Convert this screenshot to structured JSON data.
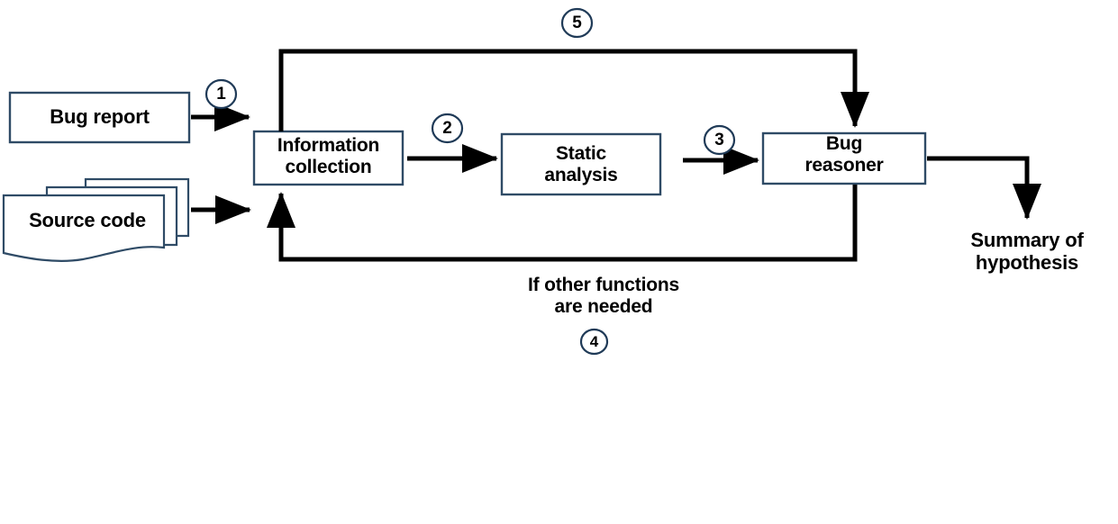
{
  "diagram": {
    "title": "Bug reasoning pipeline flowchart",
    "colors": {
      "box_stroke": "#2F4B66",
      "arrow": "#000000",
      "circle_stroke": "#1F3A57",
      "text": "#000000",
      "background": "#FFFFFF"
    },
    "nodes": {
      "bug_report": {
        "label": "Bug report",
        "shape": "rectangle"
      },
      "source_code": {
        "label": "Source code",
        "shape": "stacked-documents"
      },
      "information_collection": {
        "label": "Information\ncollection",
        "shape": "rectangle"
      },
      "static_analysis": {
        "label": "Static\nanalysis",
        "shape": "rectangle"
      },
      "bug_reasoner": {
        "label": "Bug\nreasoner",
        "shape": "rectangle"
      },
      "summary_of_hypothesis": {
        "label": "Summary of\nhypothesis",
        "shape": "text"
      }
    },
    "step_markers": [
      {
        "id": "1",
        "label": "1",
        "describes": "Bug report into information collection"
      },
      {
        "id": "2",
        "label": "2",
        "describes": "Information collection into static analysis"
      },
      {
        "id": "3",
        "label": "3",
        "describes": "Static analysis into bug reasoner"
      },
      {
        "id": "4",
        "label": "4",
        "describes": "Bug reasoner back to information collection"
      },
      {
        "id": "5",
        "label": "5",
        "describes": "Information collection back to bug reasoner"
      }
    ],
    "edge_labels": {
      "feedback_condition": "If other functions\nare needed"
    }
  }
}
